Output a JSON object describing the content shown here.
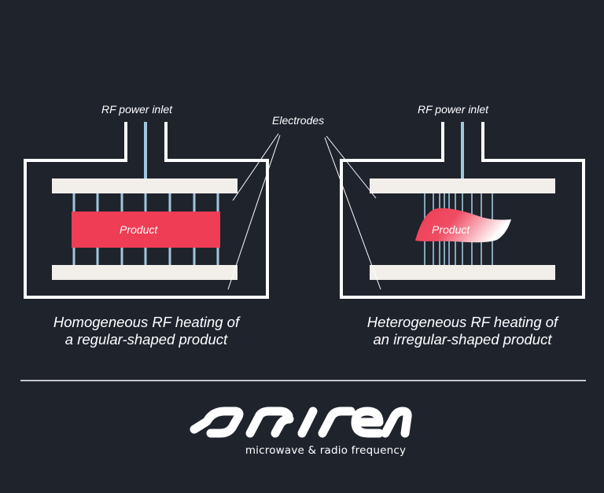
{
  "left_panel": {
    "inlet_label": "RF power inlet",
    "product_label": "Product",
    "caption_line1": "Homogeneous RF heating of",
    "caption_line2": "a regular-shaped product"
  },
  "right_panel": {
    "inlet_label": "RF power inlet",
    "product_label": "Product",
    "caption_line1": "Heterogeneous RF heating of",
    "caption_line2": "an irregular-shaped product"
  },
  "electrodes_label": "Electrodes",
  "brand": {
    "logo_text": "sairem",
    "tagline": "microwave & radio frequency"
  },
  "colors": {
    "background": "#1f232c",
    "outline": "#ffffff",
    "electrode": "#f2eeea",
    "field_line": "#9fc6dd",
    "product": "#ee3d55"
  }
}
